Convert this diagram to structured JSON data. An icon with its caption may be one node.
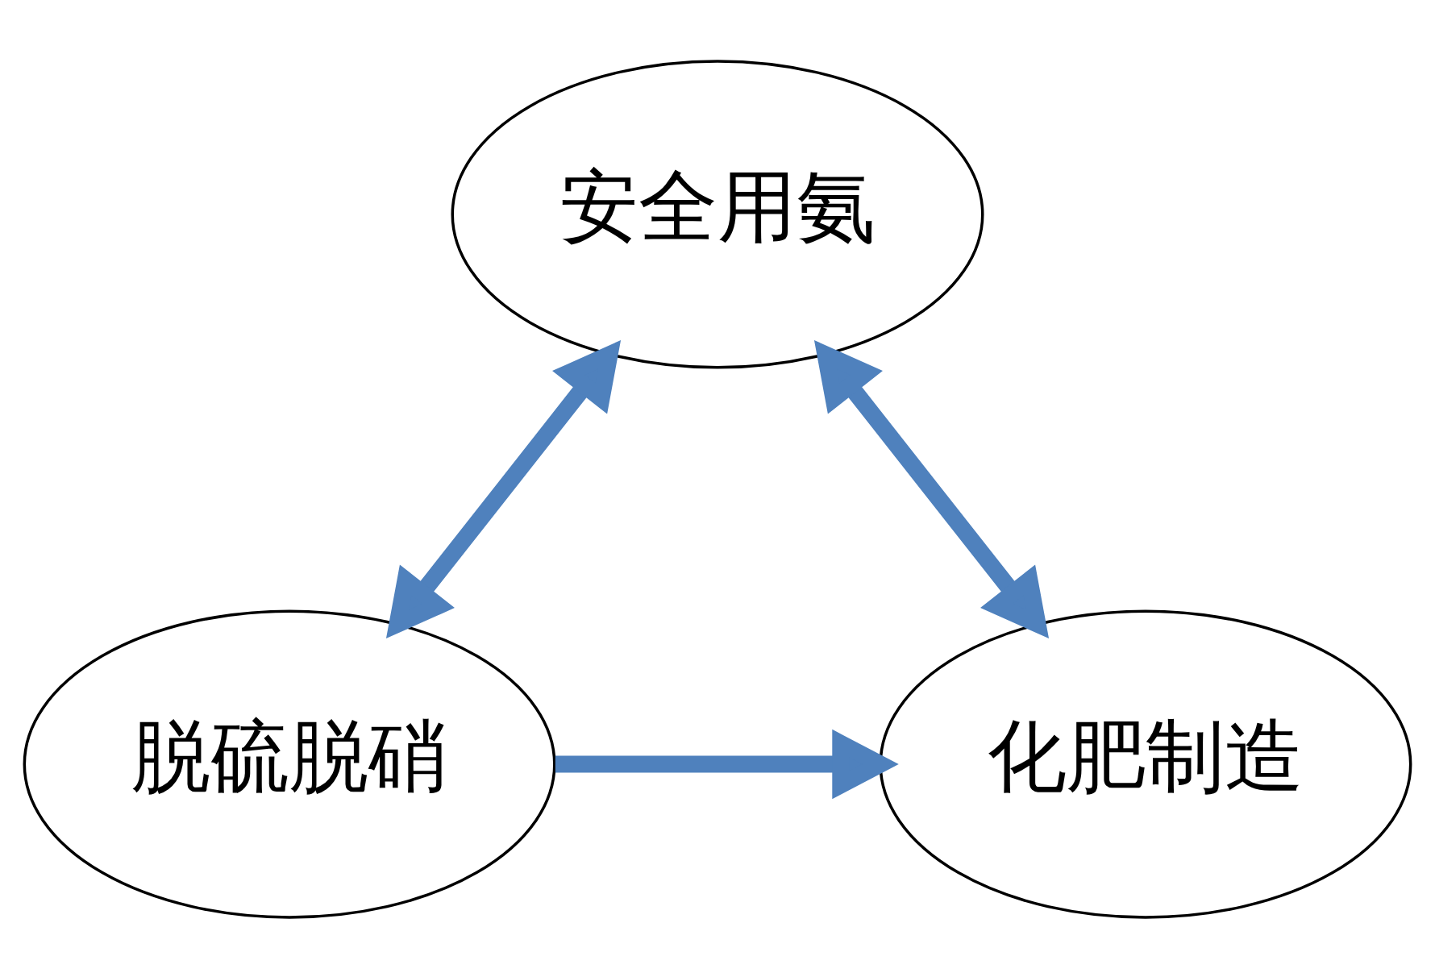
{
  "diagram": {
    "nodes": [
      {
        "text": [
          "安全用氨"
        ]
      },
      {
        "text": [
          "脱硫脱硝"
        ]
      },
      {
        "text": [
          "化肥制造"
        ]
      }
    ],
    "edges": [
      {
        "from": 0,
        "to": 1,
        "arrow": "both"
      },
      {
        "from": 0,
        "to": 2,
        "arrow": "both"
      },
      {
        "from": 1,
        "to": 2,
        "arrow": "to"
      }
    ]
  }
}
